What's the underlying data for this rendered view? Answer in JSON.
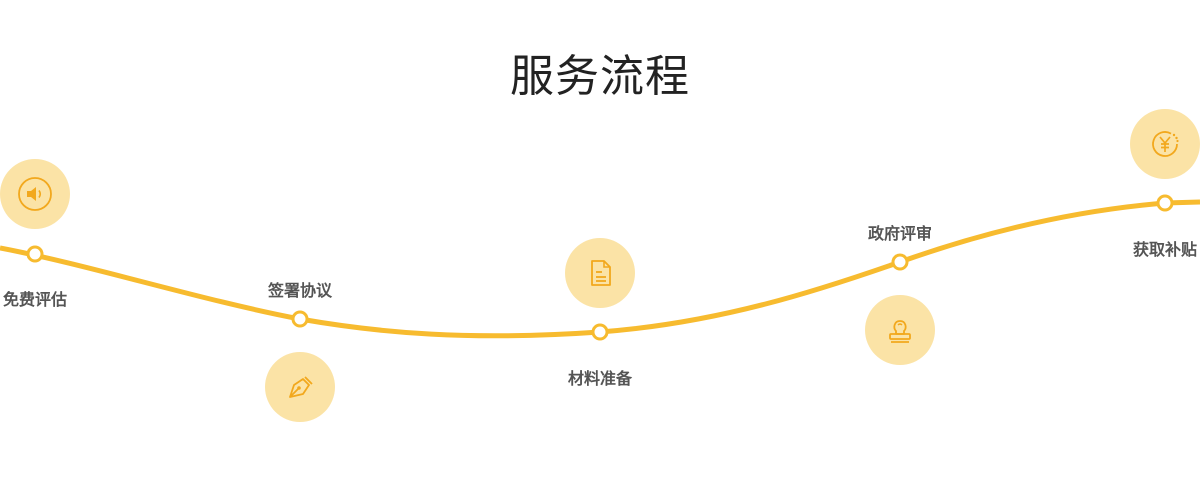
{
  "title": "服务流程",
  "colors": {
    "line": "#F7BB2F",
    "circle": "#FBE3A6",
    "icon": "#F2A81D"
  },
  "steps": [
    {
      "label": "免费评估",
      "icon": "speaker-icon"
    },
    {
      "label": "签署协议",
      "icon": "pen-nib-icon"
    },
    {
      "label": "材料准备",
      "icon": "document-icon"
    },
    {
      "label": "政府评审",
      "icon": "stamp-icon"
    },
    {
      "label": "获取补贴",
      "icon": "yuan-coin-icon"
    }
  ]
}
